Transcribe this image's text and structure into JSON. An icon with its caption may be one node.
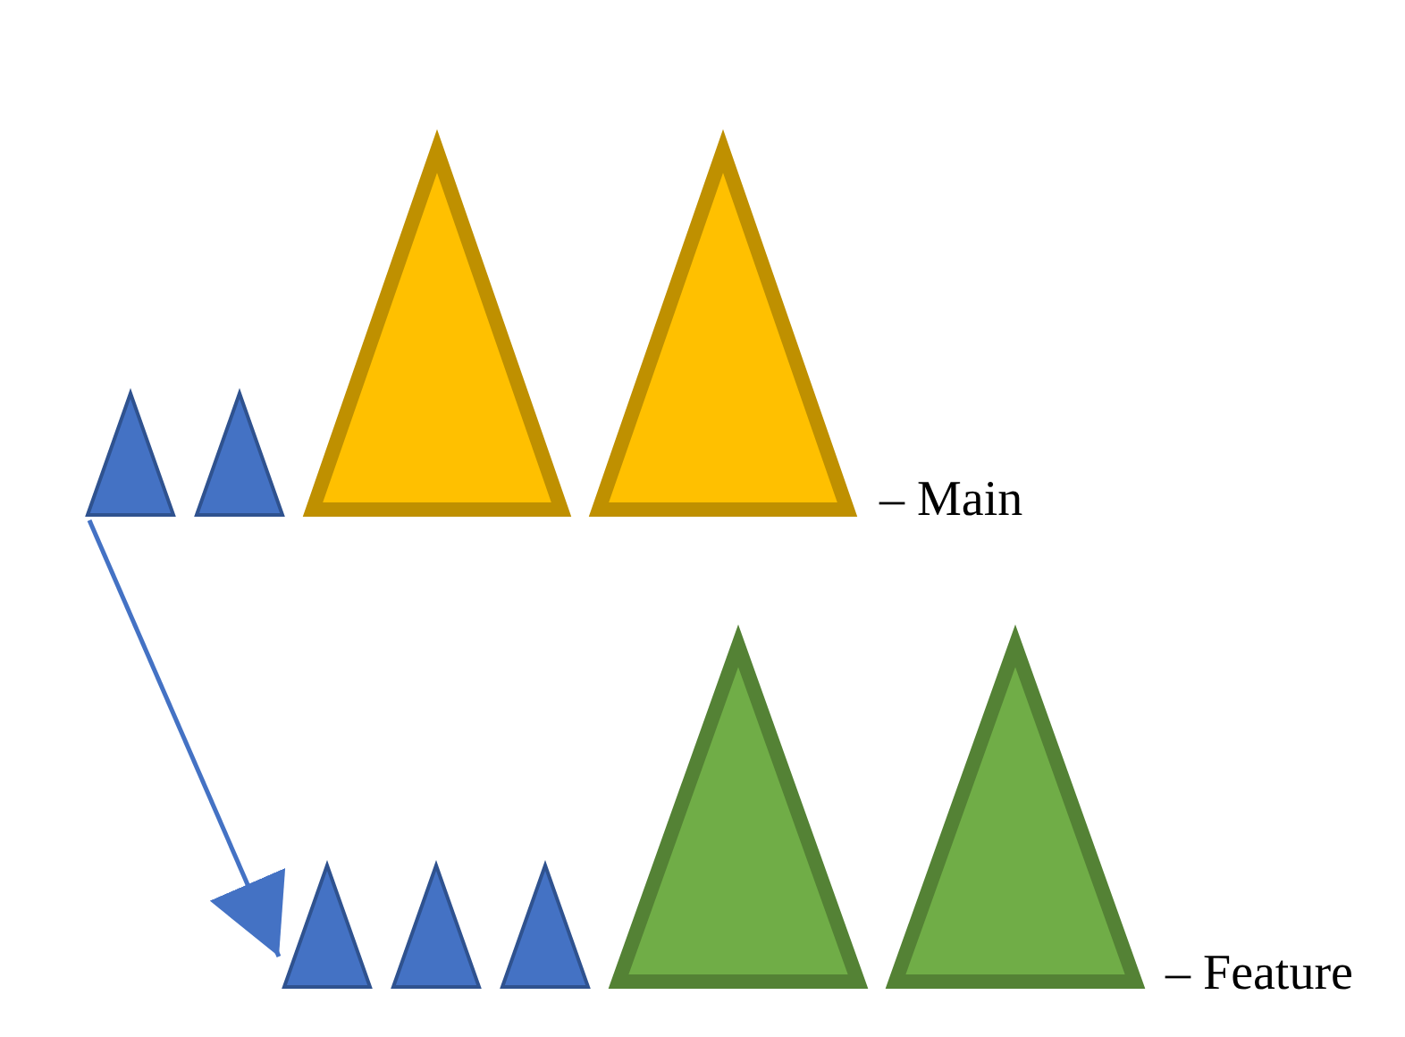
{
  "diagram": {
    "nodes": [
      {
        "text": [],
        "shape": "triangle"
      },
      {
        "text": [],
        "shape": "triangle"
      },
      {
        "text": [],
        "shape": "triangle"
      },
      {
        "text": [],
        "shape": "triangle"
      },
      {
        "text": [],
        "shape": "triangle"
      },
      {
        "text": [],
        "shape": "triangle"
      },
      {
        "text": [],
        "shape": "triangle"
      },
      {
        "text": [],
        "shape": "triangle"
      },
      {
        "text": [],
        "shape": "triangle"
      }
    ],
    "edges": [
      {
        "from": 0,
        "to": 4,
        "arrow": "to"
      }
    ],
    "labels": [
      "– Main",
      "– Feature"
    ]
  }
}
